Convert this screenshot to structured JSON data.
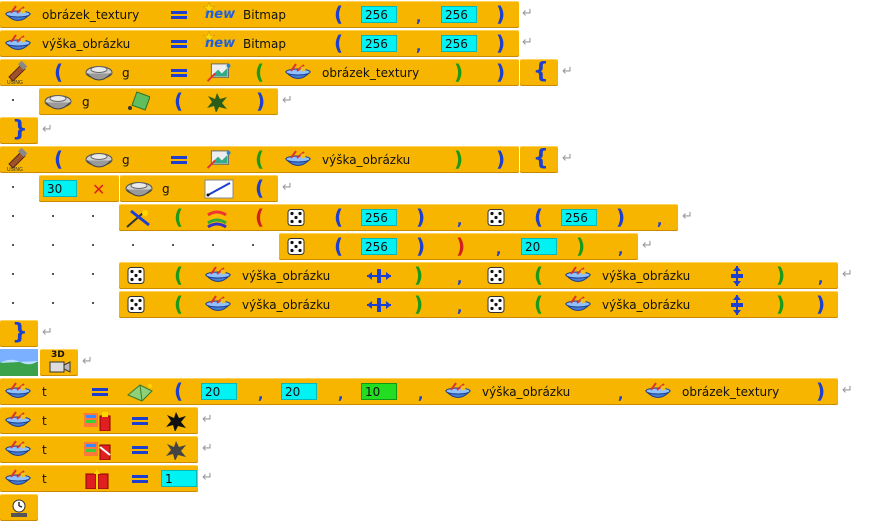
{
  "colors": {
    "block": "#f7b500",
    "number_box": "#00f2f2",
    "number_green": "#22dd22",
    "paren_blue": "#1b3fd0",
    "paren_green": "#1a9a1a",
    "paren_red": "#d02020"
  },
  "icons": [
    "bowl-variable-icon",
    "new-star-icon",
    "using-hammer-icon",
    "pot-graphics-icon",
    "picture-from-image-icon",
    "clear-paint-icon",
    "splat-color-icon",
    "line-draw-icon",
    "magic-wand-draw-icon",
    "rainbow-brush-icon",
    "dice-random-icon",
    "width-arrows-icon",
    "height-arrows-icon",
    "landscape-image-icon",
    "3d-camera-icon",
    "gem-cube-icon",
    "texture-front-icon",
    "texture-back-icon",
    "texture-side-icon",
    "run-stop-icon"
  ],
  "code": {
    "l1": {
      "var": "obrázek_textury",
      "new_kw": "new",
      "type": "Bitmap",
      "a": "256",
      "b": "256"
    },
    "l2": {
      "var": "výška_obrázku",
      "new_kw": "new",
      "type": "Bitmap",
      "a": "256",
      "b": "256"
    },
    "l3": {
      "using_label": "USING",
      "g": "g",
      "src": "obrázek_textury"
    },
    "l4": {
      "g": "g"
    },
    "l6": {
      "using_label": "USING",
      "g": "g",
      "src": "výška_obrázku"
    },
    "l7": {
      "count": "30",
      "g": "g"
    },
    "l8": {
      "a": "256",
      "b": "256"
    },
    "l9": {
      "a": "256",
      "b": "20"
    },
    "l10": {
      "v1": "výška_obrázku",
      "v2": "výška_obrázku"
    },
    "l11": {
      "v1": "výška_obrázku",
      "v2": "výška_obrázku"
    },
    "l13": {
      "label3d": "3D"
    },
    "l14": {
      "t": "t",
      "a": "20",
      "b": "20",
      "c": "10",
      "v1": "výška_obrázku",
      "v2": "obrázek_textury"
    },
    "l15": {
      "t": "t"
    },
    "l16": {
      "t": "t"
    },
    "l17": {
      "t": "t",
      "val": "1"
    }
  }
}
